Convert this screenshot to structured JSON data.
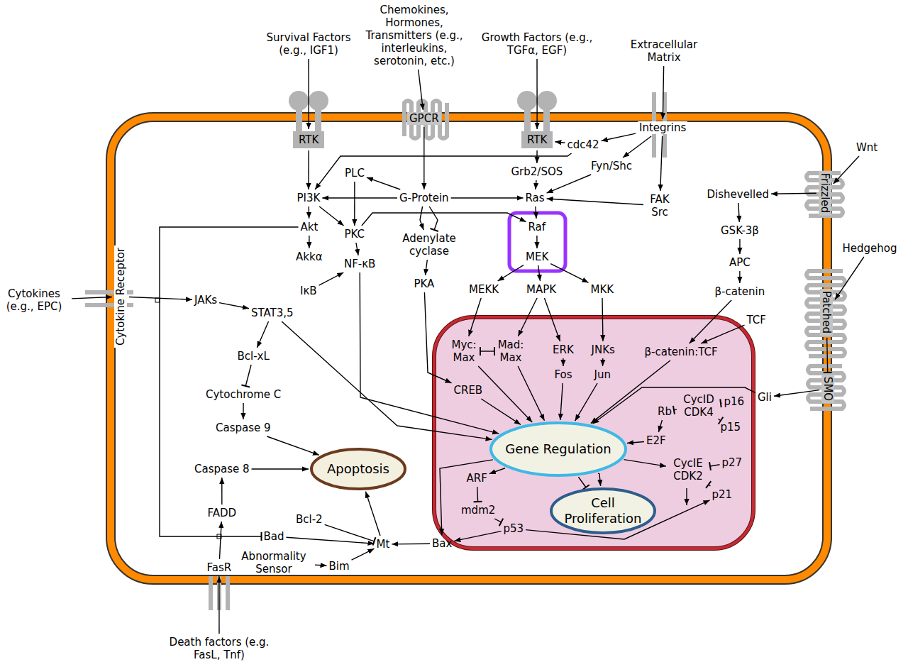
{
  "diagram": {
    "nodes": [
      {
        "text": [
          "Survival Factors (e.g., IGF1)"
        ]
      },
      {
        "text": [
          "Chemokines, Hormones, Transmitters (e.g., interleukins, serotonin, etc.)"
        ]
      },
      {
        "text": [
          "Growth Factors (e.g., TGFα, EGF)"
        ]
      },
      {
        "text": [
          "Extracellular Matrix"
        ]
      },
      {
        "text": [
          "Wnt"
        ]
      },
      {
        "text": [
          "Hedgehog"
        ]
      },
      {
        "text": [
          "Cytokines (e.g., EPC)"
        ]
      },
      {
        "text": [
          "Death factors (e.g. FasL, Tnf)"
        ]
      },
      {
        "text": [
          "RTK"
        ]
      },
      {
        "text": [
          "GPCR"
        ]
      },
      {
        "text": [
          "RTK"
        ]
      },
      {
        "text": [
          "Integrins"
        ]
      },
      {
        "text": [
          "Frizzled"
        ]
      },
      {
        "text": [
          "Patched"
        ]
      },
      {
        "text": [
          "SMO"
        ]
      },
      {
        "text": [
          "Cytokine Receptor"
        ]
      },
      {
        "text": [
          "FasR"
        ]
      },
      {
        "text": [
          "cdc42"
        ]
      },
      {
        "text": [
          "Fyn/Shc"
        ]
      },
      {
        "text": [
          "Grb2/SOS"
        ]
      },
      {
        "text": [
          "PI3K"
        ]
      },
      {
        "text": [
          "PLC"
        ]
      },
      {
        "text": [
          "G-Protein"
        ]
      },
      {
        "text": [
          "Ras"
        ]
      },
      {
        "text": [
          "FAK Src"
        ]
      },
      {
        "text": [
          "Akt"
        ]
      },
      {
        "text": [
          "PKC"
        ]
      },
      {
        "text": [
          "Adenylate cyclase"
        ]
      },
      {
        "text": [
          "Raf"
        ]
      },
      {
        "text": [
          "MEK"
        ]
      },
      {
        "text": [
          "Akkα"
        ]
      },
      {
        "text": [
          "NF-κB"
        ]
      },
      {
        "text": [
          "IκB"
        ]
      },
      {
        "text": [
          "PKA"
        ]
      },
      {
        "text": [
          "MEKK"
        ]
      },
      {
        "text": [
          "MAPK"
        ]
      },
      {
        "text": [
          "MKK"
        ]
      },
      {
        "text": [
          "Dishevelled"
        ]
      },
      {
        "text": [
          "GSK-3β"
        ]
      },
      {
        "text": [
          "APC"
        ]
      },
      {
        "text": [
          "β-catenin"
        ]
      },
      {
        "text": [
          "TCF"
        ]
      },
      {
        "text": [
          "JAKs"
        ]
      },
      {
        "text": [
          "STAT3,5"
        ]
      },
      {
        "text": [
          "Bcl-xL"
        ]
      },
      {
        "text": [
          "Cytochrome C"
        ]
      },
      {
        "text": [
          "Caspase 9"
        ]
      },
      {
        "text": [
          "Caspase 8"
        ]
      },
      {
        "text": [
          "Apoptosis"
        ]
      },
      {
        "text": [
          "FADD"
        ]
      },
      {
        "text": [
          "Bcl-2"
        ]
      },
      {
        "text": [
          "Bad"
        ]
      },
      {
        "text": [
          "Mt"
        ]
      },
      {
        "text": [
          "Abnormality Sensor"
        ]
      },
      {
        "text": [
          "Bim"
        ]
      },
      {
        "text": [
          "Bax"
        ]
      },
      {
        "text": [
          "Myc: Max"
        ]
      },
      {
        "text": [
          "Mad: Max"
        ]
      },
      {
        "text": [
          "ERK"
        ]
      },
      {
        "text": [
          "JNKs"
        ]
      },
      {
        "text": [
          "β-catenin:TCF"
        ]
      },
      {
        "text": [
          "Fos"
        ]
      },
      {
        "text": [
          "Jun"
        ]
      },
      {
        "text": [
          "CREB"
        ]
      },
      {
        "text": [
          "CycID CDK4"
        ]
      },
      {
        "text": [
          "p16"
        ]
      },
      {
        "text": [
          "Rb"
        ]
      },
      {
        "text": [
          "p15"
        ]
      },
      {
        "text": [
          "Gli"
        ]
      },
      {
        "text": [
          "E2F"
        ]
      },
      {
        "text": [
          "Gene Regulation"
        ]
      },
      {
        "text": [
          "CycIE CDK2"
        ]
      },
      {
        "text": [
          "p27"
        ]
      },
      {
        "text": [
          "ARF"
        ]
      },
      {
        "text": [
          "Cell Proliferation"
        ]
      },
      {
        "text": [
          "p21"
        ]
      },
      {
        "text": [
          "mdm2"
        ]
      },
      {
        "text": [
          "p53"
        ]
      }
    ],
    "edges": [
      {
        "from": 0,
        "to": 8,
        "arrow": "to"
      },
      {
        "from": 1,
        "to": 9,
        "arrow": "to"
      },
      {
        "from": 2,
        "to": 10,
        "arrow": "to"
      },
      {
        "from": 3,
        "to": 11,
        "arrow": "to"
      },
      {
        "from": 4,
        "to": 12,
        "arrow": "to"
      },
      {
        "from": 5,
        "to": 13,
        "arrow": "to"
      },
      {
        "from": 6,
        "to": 15,
        "arrow": "to"
      },
      {
        "from": 7,
        "to": 16,
        "arrow": "to"
      },
      {
        "from": 8,
        "to": 20,
        "arrow": "to"
      },
      {
        "from": 9,
        "to": 22,
        "arrow": "to"
      },
      {
        "from": 10,
        "to": 19,
        "arrow": "to"
      },
      {
        "from": 19,
        "to": 23,
        "arrow": "to"
      },
      {
        "from": 11,
        "to": 17,
        "arrow": "to"
      },
      {
        "from": 11,
        "to": 18,
        "arrow": "to"
      },
      {
        "from": 11,
        "to": 24,
        "arrow": "to"
      },
      {
        "from": 17,
        "to": 10,
        "arrow": "to"
      },
      {
        "from": 17,
        "to": 20,
        "arrow": "to"
      },
      {
        "from": 18,
        "to": 23,
        "arrow": "to"
      },
      {
        "from": 24,
        "to": 23,
        "arrow": "to"
      },
      {
        "from": 22,
        "to": 20,
        "arrow": "to"
      },
      {
        "from": 22,
        "to": 23,
        "arrow": "to"
      },
      {
        "from": 22,
        "to": 21,
        "arrow": "to"
      },
      {
        "from": 22,
        "to": 27,
        "arrow": "to"
      },
      {
        "from": 22,
        "to": 27,
        "arrow": "to"
      },
      {
        "from": 21,
        "to": 26,
        "arrow": "to"
      },
      {
        "from": 20,
        "to": 26,
        "arrow": "to"
      },
      {
        "from": 20,
        "to": 25,
        "arrow": "to"
      },
      {
        "from": 25,
        "to": 30,
        "arrow": "to"
      },
      {
        "from": 26,
        "to": 31,
        "arrow": "to"
      },
      {
        "from": 26,
        "to": 28,
        "arrow": "to"
      },
      {
        "from": 23,
        "to": 28,
        "arrow": "to"
      },
      {
        "from": 28,
        "to": 29,
        "arrow": "to"
      },
      {
        "from": 29,
        "to": 34,
        "arrow": "to"
      },
      {
        "from": 29,
        "to": 35,
        "arrow": "to"
      },
      {
        "from": 29,
        "to": 36,
        "arrow": "to"
      },
      {
        "from": 32,
        "to": 31,
        "arrow": "to"
      },
      {
        "from": 27,
        "to": 33,
        "arrow": "to"
      },
      {
        "from": 33,
        "to": 63,
        "arrow": "to"
      },
      {
        "from": 31,
        "to": 70,
        "arrow": "to"
      },
      {
        "from": 34,
        "to": 56,
        "arrow": "to"
      },
      {
        "from": 35,
        "to": 57,
        "arrow": "to"
      },
      {
        "from": 35,
        "to": 58,
        "arrow": "to"
      },
      {
        "from": 36,
        "to": 59,
        "arrow": "to"
      },
      {
        "from": 56,
        "to": 57,
        "arrow": "both"
      },
      {
        "from": 58,
        "to": 61,
        "arrow": "to"
      },
      {
        "from": 59,
        "to": 62,
        "arrow": "to"
      },
      {
        "from": 56,
        "to": 70,
        "arrow": "to"
      },
      {
        "from": 57,
        "to": 70,
        "arrow": "to"
      },
      {
        "from": 61,
        "to": 70,
        "arrow": "to"
      },
      {
        "from": 62,
        "to": 70,
        "arrow": "to"
      },
      {
        "from": 63,
        "to": 70,
        "arrow": "to"
      },
      {
        "from": 60,
        "to": 70,
        "arrow": "to"
      },
      {
        "from": 40,
        "to": 60,
        "arrow": "to"
      },
      {
        "from": 41,
        "to": 60,
        "arrow": "to"
      },
      {
        "from": 12,
        "to": 37,
        "arrow": "to"
      },
      {
        "from": 37,
        "to": 38,
        "arrow": "to"
      },
      {
        "from": 38,
        "to": 39,
        "arrow": "to"
      },
      {
        "from": 39,
        "to": 40,
        "arrow": "to"
      },
      {
        "from": 13,
        "to": 14,
        "arrow": "to"
      },
      {
        "from": 14,
        "to": 68,
        "arrow": "to"
      },
      {
        "from": 68,
        "to": 70,
        "arrow": "to"
      },
      {
        "from": 64,
        "to": 66,
        "arrow": "to"
      },
      {
        "from": 65,
        "to": 64,
        "arrow": "to"
      },
      {
        "from": 67,
        "to": 64,
        "arrow": "to"
      },
      {
        "from": 66,
        "to": 69,
        "arrow": "to"
      },
      {
        "from": 69,
        "to": 70,
        "arrow": "to"
      },
      {
        "from": 70,
        "to": 71,
        "arrow": "to"
      },
      {
        "from": 72,
        "to": 71,
        "arrow": "to"
      },
      {
        "from": 75,
        "to": 71,
        "arrow": "to"
      },
      {
        "from": 70,
        "to": 74,
        "arrow": "to"
      },
      {
        "from": 70,
        "to": 74,
        "arrow": "to"
      },
      {
        "from": 70,
        "to": 73,
        "arrow": "to"
      },
      {
        "from": 73,
        "to": 76,
        "arrow": "to"
      },
      {
        "from": 76,
        "to": 77,
        "arrow": "to"
      },
      {
        "from": 77,
        "to": 75,
        "arrow": "to"
      },
      {
        "from": 77,
        "to": 55,
        "arrow": "to"
      },
      {
        "from": 70,
        "to": 55,
        "arrow": "to"
      },
      {
        "from": 55,
        "to": 52,
        "arrow": "to"
      },
      {
        "from": 15,
        "to": 42,
        "arrow": "to"
      },
      {
        "from": 42,
        "to": 43,
        "arrow": "to"
      },
      {
        "from": 43,
        "to": 44,
        "arrow": "to"
      },
      {
        "from": 43,
        "to": 70,
        "arrow": "to"
      },
      {
        "from": 44,
        "to": 45,
        "arrow": "to"
      },
      {
        "from": 45,
        "to": 46,
        "arrow": "to"
      },
      {
        "from": 46,
        "to": 48,
        "arrow": "to"
      },
      {
        "from": 47,
        "to": 48,
        "arrow": "to"
      },
      {
        "from": 49,
        "to": 47,
        "arrow": "to"
      },
      {
        "from": 16,
        "to": 49,
        "arrow": "to"
      },
      {
        "from": 51,
        "to": 52,
        "arrow": "to"
      },
      {
        "from": 25,
        "to": 51,
        "arrow": "to"
      },
      {
        "from": 50,
        "to": 52,
        "arrow": "to"
      },
      {
        "from": 52,
        "to": 48,
        "arrow": "to"
      },
      {
        "from": 53,
        "to": 54,
        "arrow": "to"
      },
      {
        "from": 54,
        "to": 52,
        "arrow": "to"
      }
    ]
  }
}
